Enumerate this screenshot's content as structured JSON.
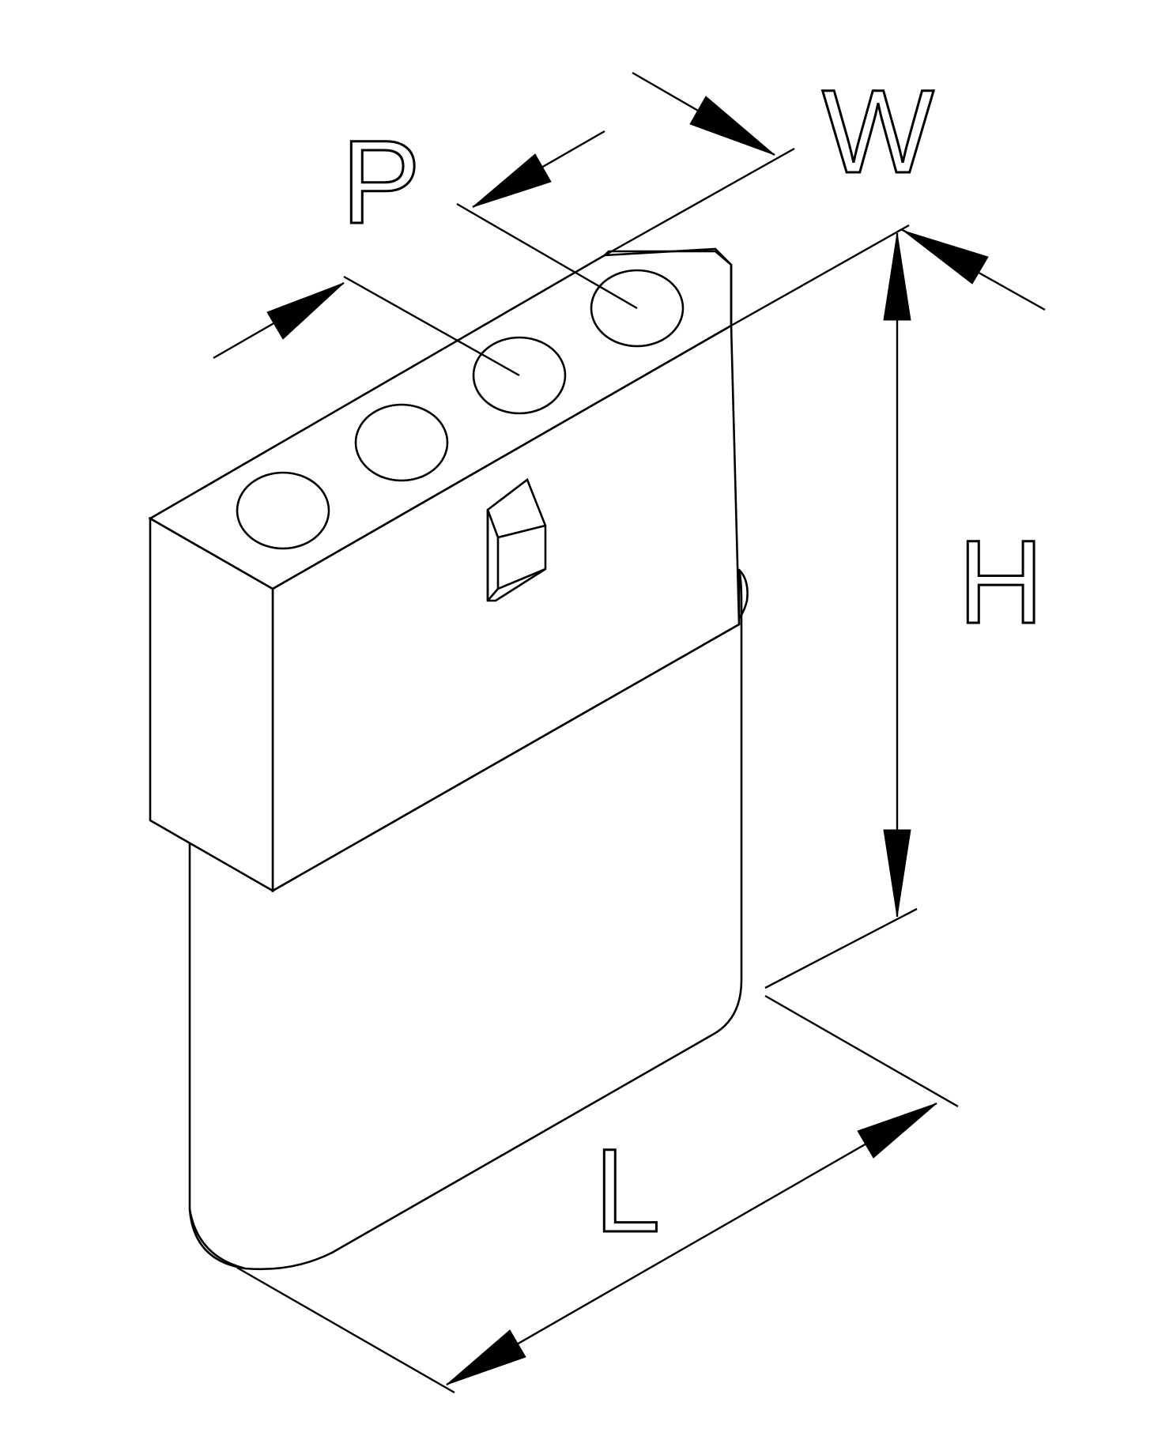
{
  "labels": {
    "pitch": "P",
    "width": "W",
    "height": "H",
    "length": "L"
  },
  "style": {
    "line_color": "#000000",
    "background": "#ffffff"
  }
}
